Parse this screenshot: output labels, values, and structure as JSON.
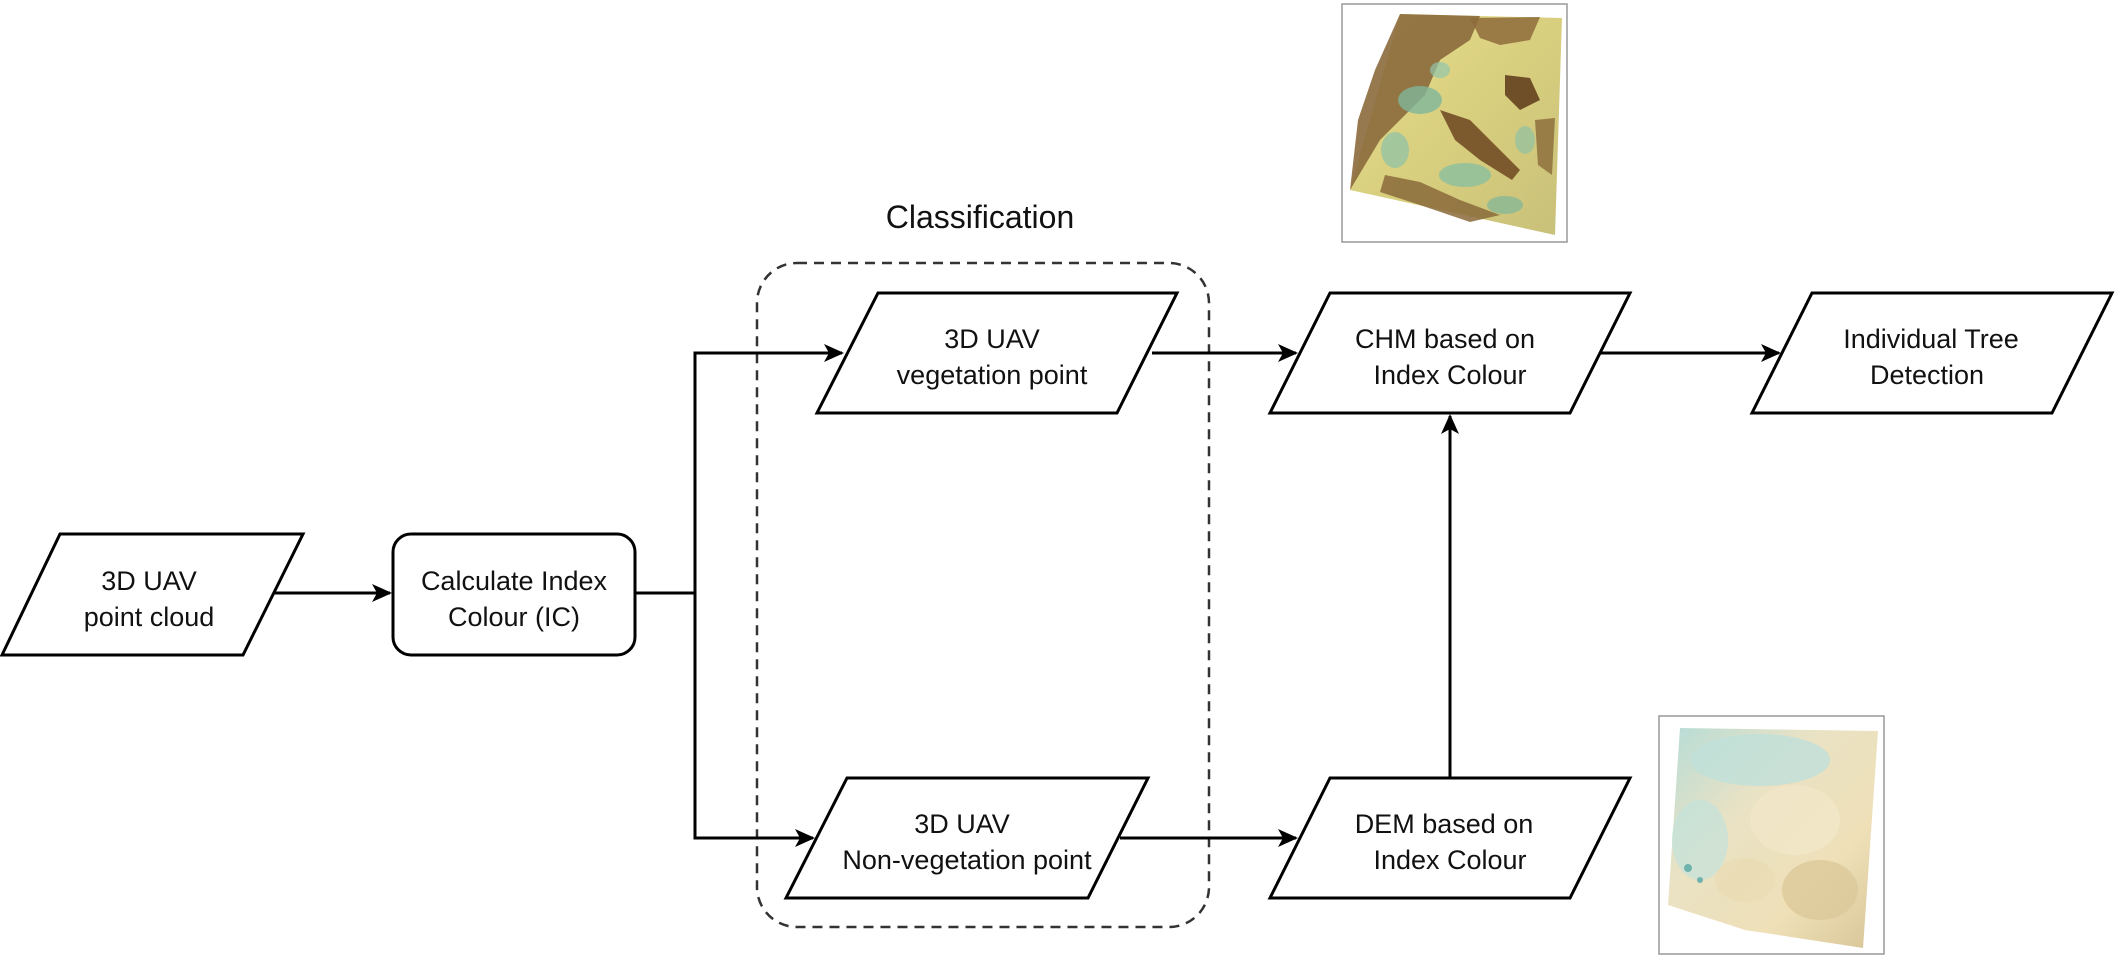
{
  "group": {
    "title": "Classification"
  },
  "nodes": {
    "point_cloud": {
      "line1": "3D UAV",
      "line2": "point cloud"
    },
    "calculate_ic": {
      "line1": "Calculate Index",
      "line2": "Colour (IC)"
    },
    "veg_point": {
      "line1": "3D UAV",
      "line2": "vegetation point"
    },
    "nonveg_point": {
      "line1": "3D UAV",
      "line2": "Non-vegetation point"
    },
    "chm": {
      "line1": "CHM based on",
      "line2": "Index Colour"
    },
    "dem": {
      "line1": "DEM based on",
      "line2": "Index Colour"
    },
    "itd": {
      "line1": "Individual Tree",
      "line2": "Detection"
    }
  },
  "thumbnails": {
    "chm_map": {
      "icon": "chm-raster-map",
      "colors": [
        "#8a6a3a",
        "#e3dc8a",
        "#7fb79a"
      ]
    },
    "dem_map": {
      "icon": "dem-raster-map",
      "colors": [
        "#b9dcd6",
        "#efe3bf",
        "#d6c08e"
      ]
    }
  }
}
